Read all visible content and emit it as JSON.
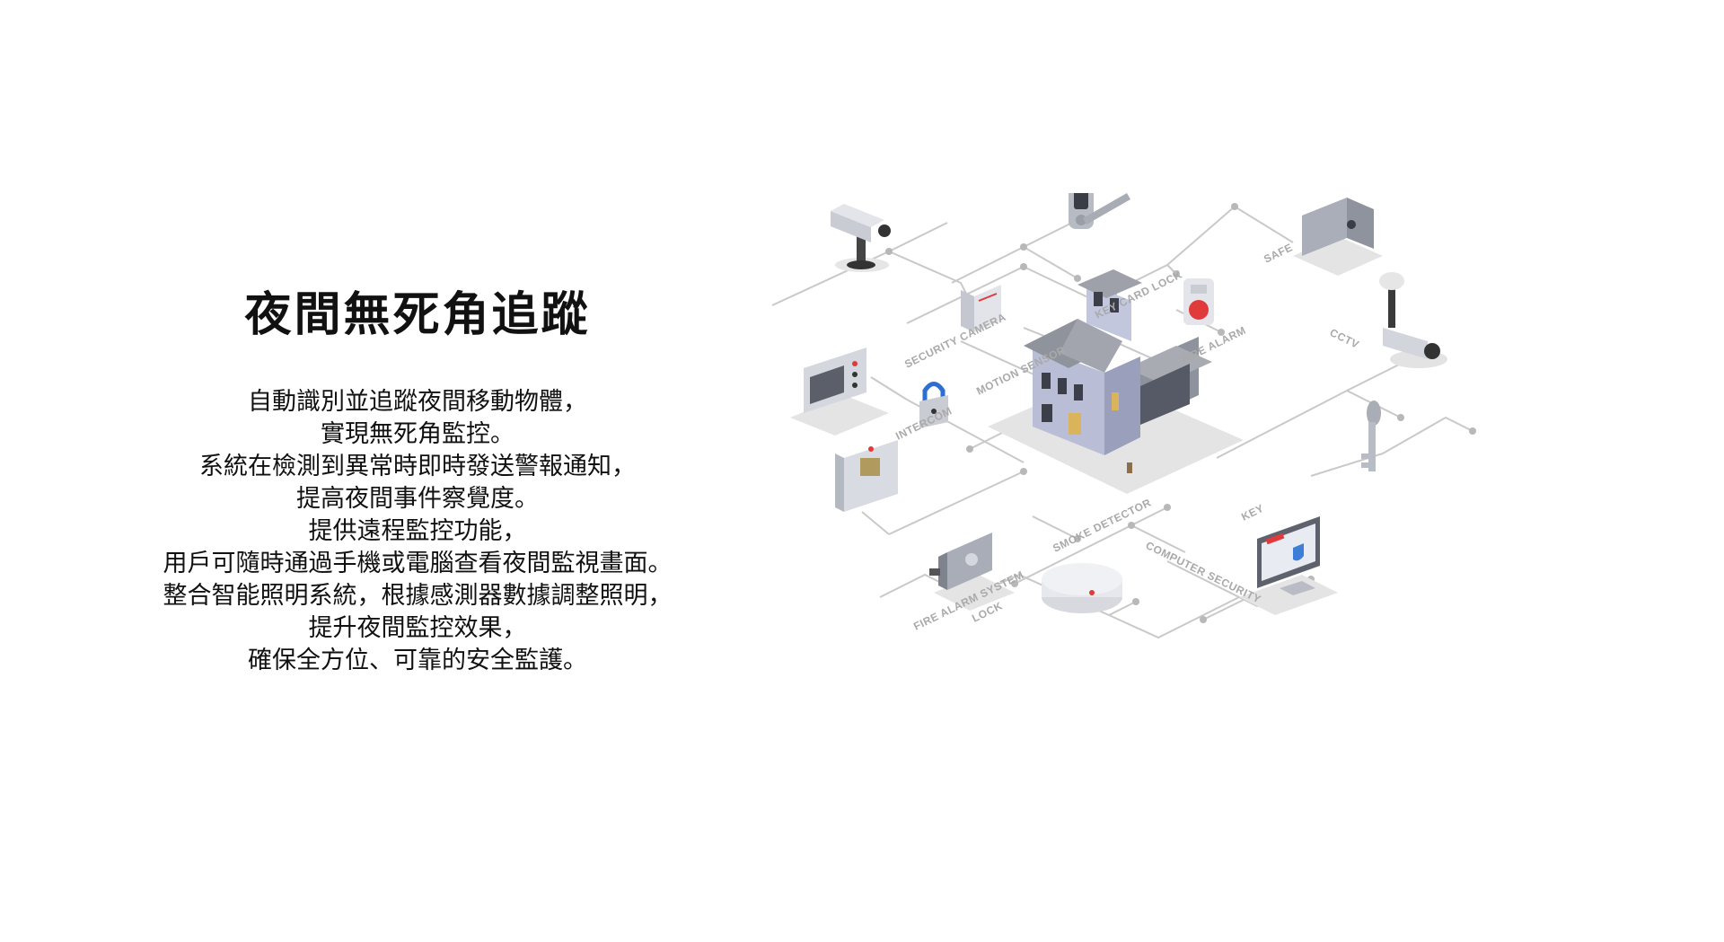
{
  "title": "夜間無死角追蹤",
  "description_lines": [
    "自動識別並追蹤夜間移動物體，",
    "實現無死角監控。",
    "系統在檢測到異常時即時發送警報通知，",
    "提高夜間事件察覺度。",
    "提供遠程監控功能，",
    "用戶可隨時通過手機或電腦查看夜間監視畫面。",
    "整合智能照明系統，根據感測器數據調整照明，",
    "提升夜間監控效果，",
    "確保全方位、可靠的安全監護。"
  ],
  "diagram": {
    "labels": {
      "security_camera": "SECURITY CAMERA",
      "key_card_lock": "KEY CARD LOCK",
      "safe": "SAFE",
      "motion_sensor": "MOTION SENSOR",
      "fire_alarm": "FIRE ALARM",
      "intercom": "INTERCOM",
      "cctv": "CCTV",
      "fire_alarm_system": "FIRE ALARM SYSTEM",
      "key": "KEY",
      "smoke_detector": "SMOKE DETECTOR",
      "computer_security": "COMPUTER SECURITY",
      "lock": "LOCK"
    },
    "colors": {
      "line": "#c9c9c9",
      "label": "#a9a9a9",
      "house_wall": "#b9bed6",
      "house_roof": "#9fa2aa",
      "alarm_red": "#e03a3a",
      "shield_blue": "#3d7fd6"
    }
  }
}
